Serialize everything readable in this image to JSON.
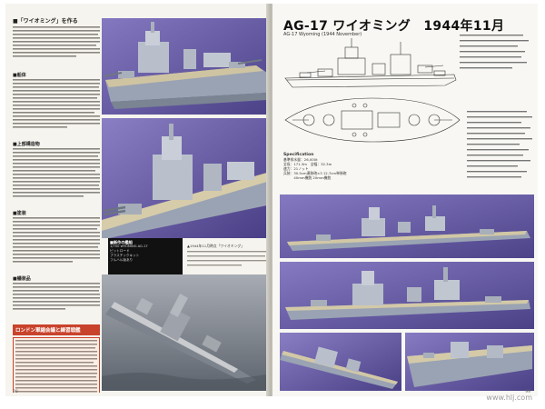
{
  "left_page": {
    "section_title": "■「ワイオミング」を作る",
    "sub_heads": [
      "■船体",
      "■上部構造物",
      "■塗装",
      "■艤装品"
    ],
    "banner": "ロンドン軍縮会議と練習戦艦",
    "photo_caption_title": "■新作の艦船",
    "photo_caption_lines": [
      "1/700 WYOMING AG-17",
      "ピットロード",
      "プラスチックキット",
      "フルハル版あり"
    ],
    "caption_1944": "▲1944年11月時点「ワイオミング」",
    "page_number": "98"
  },
  "right_page": {
    "title": "AG-17 ワイオミング　1944年11月",
    "subtitle": "AG-17 Wyoming (1944 November)",
    "spec_title": "Specification",
    "spec_lines": [
      "基準排水量：26,000t",
      "全長：171.3m　全幅：32.3m",
      "速力：21ノット",
      "兵装：30.5cm連装砲×3 12.7cm単装砲",
      "　　　40mm機銃 20mm機銃"
    ],
    "page_number": "99"
  },
  "watermark": "www.hlj.com",
  "colors": {
    "banner": "#c9432c",
    "photo_bg": "#6b5fa8",
    "water": "#8c95a6"
  }
}
